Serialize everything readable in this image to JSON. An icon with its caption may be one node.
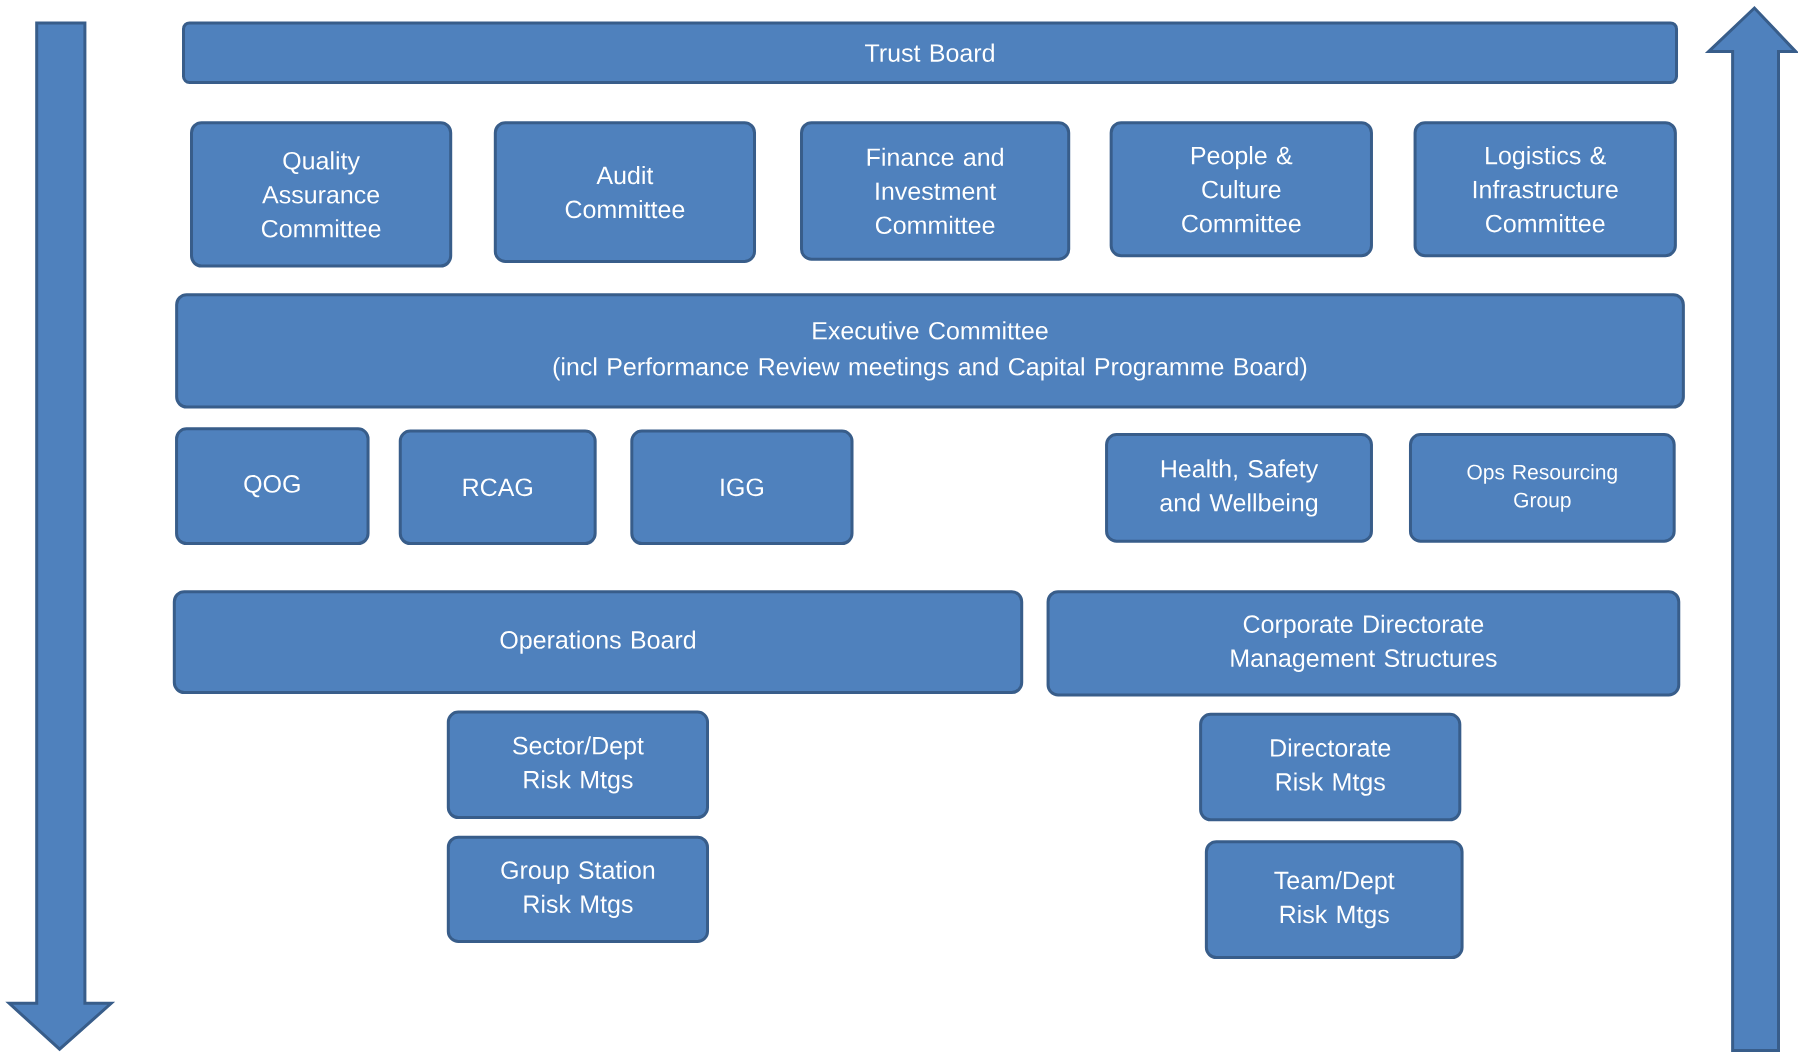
{
  "diagram": {
    "nodes": [
      {
        "text": [
          "Trust Board"
        ]
      },
      {
        "text": [
          "Quality Assurance Committee"
        ]
      },
      {
        "text": [
          "Audit Committee"
        ]
      },
      {
        "text": [
          "Finance and Investment Committee"
        ]
      },
      {
        "text": [
          "People & Culture Committee"
        ]
      },
      {
        "text": [
          "Logistics & Infrastructure Committee"
        ]
      },
      {
        "text": [
          "Executive Committee",
          "(incl Performance Review meetings and Capital Programme Board)"
        ]
      },
      {
        "text": [
          "QOG"
        ]
      },
      {
        "text": [
          "RCAG"
        ]
      },
      {
        "text": [
          "IGG"
        ]
      },
      {
        "text": [
          "Health, Safety and Wellbeing"
        ]
      },
      {
        "text": [
          "Ops Resourcing Group"
        ]
      },
      {
        "text": [
          "Operations Board"
        ]
      },
      {
        "text": [
          "Corporate Directorate Management Structures"
        ]
      },
      {
        "text": [
          "Sector/Dept Risk Mtgs"
        ]
      },
      {
        "text": [
          "Directorate Risk Mtgs"
        ]
      },
      {
        "text": [
          "Group Station Risk Mtgs"
        ]
      },
      {
        "text": [
          "Team/Dept Risk Mtgs"
        ]
      }
    ],
    "edges": []
  }
}
